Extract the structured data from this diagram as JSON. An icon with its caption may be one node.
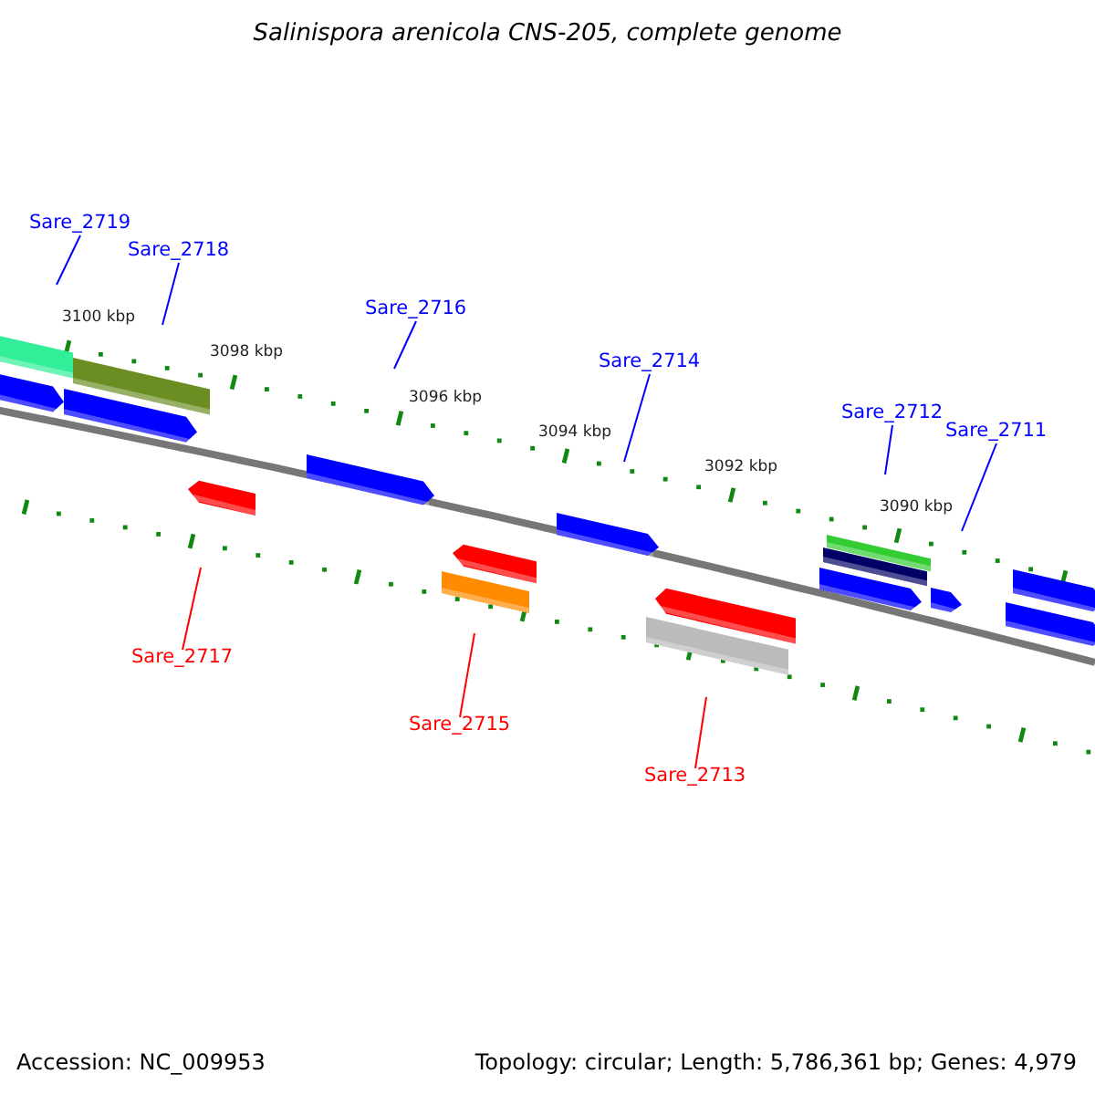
{
  "diagram": {
    "title": "Salinispora arenicola CNS-205, complete genome",
    "nodes": [
      {
        "text": [
          "Sare_2719"
        ]
      },
      {
        "text": [
          "Sare_2718"
        ]
      },
      {
        "text": [
          "Sare_2716"
        ]
      },
      {
        "text": [
          "Sare_2714"
        ]
      },
      {
        "text": [
          "Sare_2712"
        ]
      },
      {
        "text": [
          "Sare_2711"
        ]
      },
      {
        "text": [
          "Sare_2717"
        ]
      },
      {
        "text": [
          "Sare_2715"
        ]
      },
      {
        "text": [
          "Sare_2713"
        ]
      }
    ],
    "edges": [
      {
        "from": 0,
        "to": null,
        "arrow": "none"
      },
      {
        "from": 1,
        "to": null,
        "arrow": "none"
      },
      {
        "from": 2,
        "to": null,
        "arrow": "none"
      },
      {
        "from": 3,
        "to": null,
        "arrow": "none"
      },
      {
        "from": 4,
        "to": null,
        "arrow": "none"
      },
      {
        "from": 5,
        "to": null,
        "arrow": "none"
      },
      {
        "from": 6,
        "to": null,
        "arrow": "none",
        "color": "#ff0000"
      },
      {
        "from": 7,
        "to": null,
        "arrow": "none",
        "color": "#ff0000"
      },
      {
        "from": 8,
        "to": null,
        "arrow": "none",
        "color": "#ff0000"
      }
    ],
    "labels": [
      "3100 kbp",
      "3098 kbp",
      "3096 kbp",
      "3094 kbp",
      "3092 kbp",
      "3090 kbp",
      "Accession: NC_009953",
      "Topology: circular; Length: 5,786,361 bp; Genes: 4,979"
    ]
  }
}
